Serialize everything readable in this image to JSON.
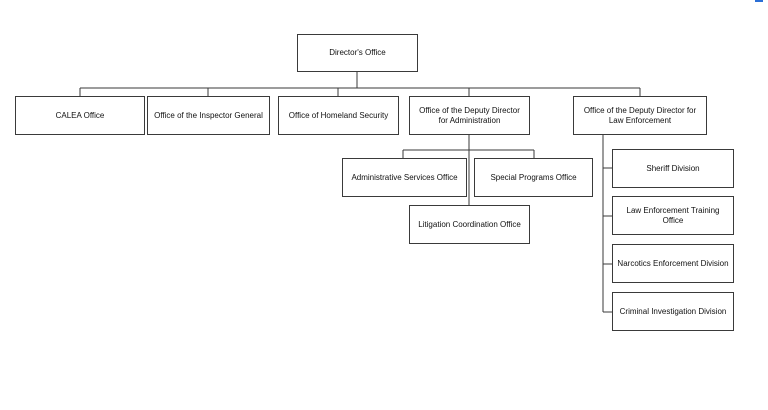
{
  "nodes": {
    "director": "Director's Office",
    "calea": "CALEA Office",
    "inspector_general": "Office of the Inspector General",
    "homeland_security": "Office of Homeland Security",
    "deputy_admin": "Office of the Deputy Director for Administration",
    "deputy_law": "Office of the Deputy Director for Law Enforcement",
    "admin_services": "Administrative Services Office",
    "special_programs": "Special Programs Office",
    "litigation": "Litigation Coordination Office",
    "sheriff": "Sheriff Division",
    "le_training": "Law Enforcement Training Office",
    "narcotics": "Narcotics Enforcement Division",
    "criminal_investigation": "Criminal Investigation Division"
  },
  "colors": {
    "line": "#3a3a3a",
    "accent": "#2b6fd6"
  }
}
